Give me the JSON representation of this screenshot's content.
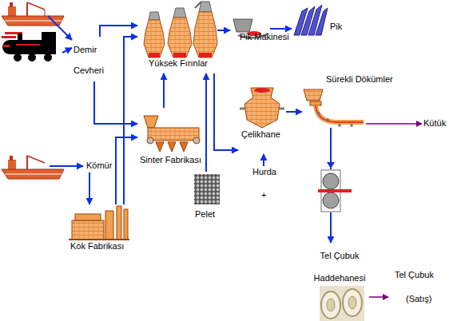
{
  "diagram": {
    "nodes": [
      {
        "text": [
          "Yüksek Fırınlar"
        ]
      },
      {
        "text": [
          "Pik Makinesi"
        ]
      },
      {
        "text": [
          "Pik"
        ]
      },
      {
        "text": [
          "Demir Cevheri"
        ]
      },
      {
        "text": [
          "Sürekli Dökümler"
        ]
      },
      {
        "text": [
          "Çelikhane"
        ]
      },
      {
        "text": [
          "Kütük"
        ]
      },
      {
        "text": [
          "Sinter Fabrikası"
        ]
      },
      {
        "text": [
          "Kömür"
        ]
      },
      {
        "text": [
          "Hurda"
        ]
      },
      {
        "text": [
          "Pelet"
        ]
      },
      {
        "text": [
          "Kok Fabrikası"
        ]
      },
      {
        "text": [
          "Tel Çubuk Haddehanesi"
        ]
      },
      {
        "text": [
          "Tel Çubuk",
          "(Satış)"
        ]
      }
    ],
    "edges": [
      {
        "from": 3,
        "to": 0,
        "arrow": "to"
      },
      {
        "from": 3,
        "to": 7,
        "arrow": "to"
      },
      {
        "from": 11,
        "to": 0,
        "arrow": "to"
      },
      {
        "from": 11,
        "to": 7,
        "arrow": "to"
      },
      {
        "from": 8,
        "to": 11,
        "arrow": "to"
      },
      {
        "from": 7,
        "to": 0,
        "arrow": "to"
      },
      {
        "from": 10,
        "to": 0,
        "arrow": "to"
      },
      {
        "from": 0,
        "to": 1,
        "arrow": "to"
      },
      {
        "from": 1,
        "to": 2,
        "arrow": "to"
      },
      {
        "from": 0,
        "to": 5,
        "arrow": "to"
      },
      {
        "from": 9,
        "to": 5,
        "arrow": "to"
      },
      {
        "from": 5,
        "to": 4,
        "arrow": "to"
      },
      {
        "from": 4,
        "to": 6,
        "arrow": "to"
      },
      {
        "from": 4,
        "to": 12,
        "arrow": "to"
      },
      {
        "from": 12,
        "to": 13,
        "arrow": "to"
      }
    ],
    "labels": [
      "+"
    ]
  }
}
